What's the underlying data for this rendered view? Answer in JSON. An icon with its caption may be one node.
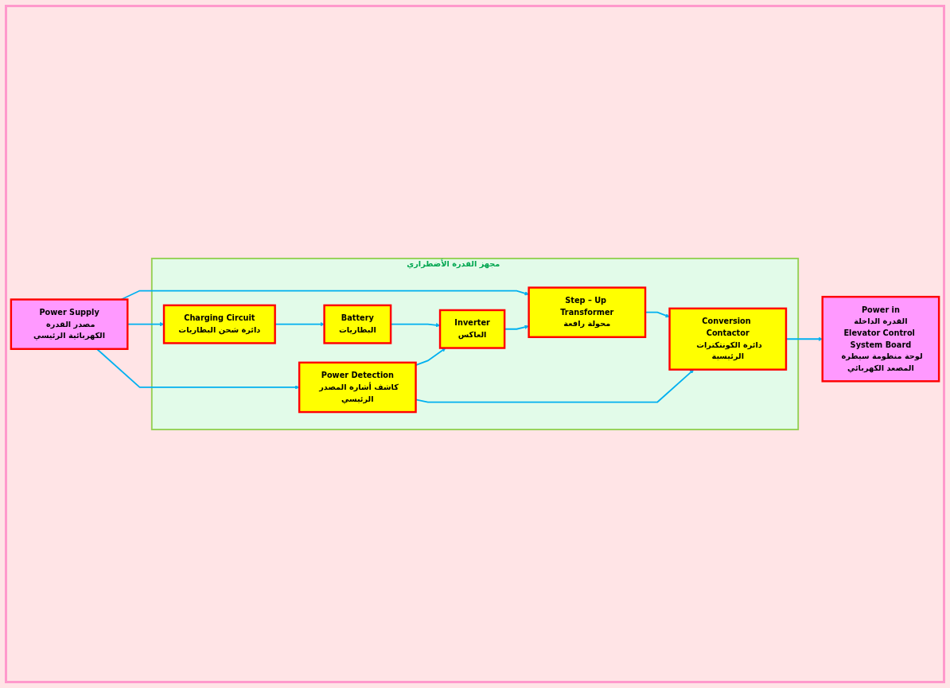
{
  "diagram": {
    "nodes": [
      {
        "text": [
          "Power Supply",
          "مصدر القدرة الكهربائية الرئيسي"
        ]
      },
      {
        "text": [
          "مجهز القدرة الأضطراري"
        ]
      },
      {
        "text": [
          "Step – Up Transformer",
          "محولة رافعة"
        ],
        "in": 1
      },
      {
        "text": [
          "Conversion Contactor",
          "دائرة الكونتكترات الرئيسية"
        ],
        "in": 1
      },
      {
        "text": [
          "Charging Circuit",
          "دائرة شحن البطاريات"
        ],
        "in": 1
      },
      {
        "text": [
          "Battery",
          "البطاريات"
        ],
        "in": 1
      },
      {
        "text": [
          "Inverter",
          "العاكس"
        ],
        "in": 1
      },
      {
        "text": [
          "Power Detection",
          "كاشف أشارة المصدر الرئيسي"
        ],
        "in": 1
      },
      {
        "text": [
          "Power in",
          "القدرة الداخلة",
          "Elevator Control System Board",
          "لوحة منظومة سيطرة المصعد الكهربائي"
        ]
      }
    ],
    "edges": [
      {
        "from": 0,
        "to": 2,
        "arrow": "to"
      },
      {
        "from": 0,
        "to": 4,
        "arrow": "to"
      },
      {
        "from": 0,
        "to": 7,
        "arrow": "to"
      },
      {
        "from": 2,
        "to": 3,
        "arrow": "to"
      },
      {
        "from": 3,
        "to": 8,
        "arrow": "to"
      },
      {
        "from": 4,
        "to": 5,
        "arrow": "to"
      },
      {
        "from": 5,
        "to": 6,
        "arrow": "to"
      },
      {
        "from": 6,
        "to": 2,
        "arrow": "to"
      },
      {
        "from": 7,
        "to": 6,
        "arrow": "to"
      },
      {
        "from": 7,
        "to": 3,
        "arrow": "to"
      }
    ]
  }
}
